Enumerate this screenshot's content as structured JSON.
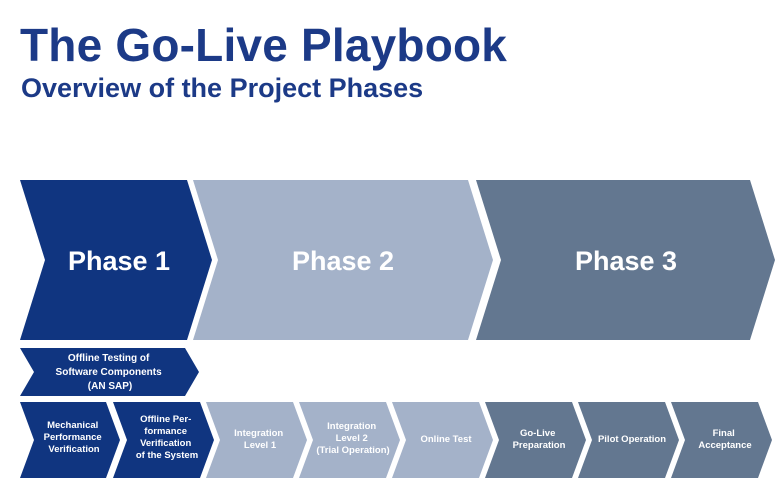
{
  "header": {
    "title": "The Go-Live Playbook",
    "subtitle": "Overview of the Project Phases"
  },
  "colors": {
    "title": "#1c3a87",
    "phase1": "#103580",
    "phase2": "#a4b2c9",
    "phase3": "#637790",
    "text_on_shape": "#ffffff"
  },
  "phases": [
    {
      "label": "Phase 1"
    },
    {
      "label": "Phase 2"
    },
    {
      "label": "Phase 3"
    }
  ],
  "subphase": {
    "lines": [
      "Offline Testing of",
      "Software Components",
      "(AN SAP)"
    ]
  },
  "steps": [
    {
      "lines": [
        "Mechanical",
        "Performance",
        "Verification"
      ]
    },
    {
      "lines": [
        "Offline Per-",
        "formance",
        "Verification",
        "of the System"
      ]
    },
    {
      "lines": [
        "Integration",
        "Level 1"
      ]
    },
    {
      "lines": [
        "Integration",
        "Level 2",
        "(Trial Operation)"
      ]
    },
    {
      "lines": [
        "Online Test"
      ]
    },
    {
      "lines": [
        "Go-Live",
        "Preparation"
      ]
    },
    {
      "lines": [
        "Pilot Operation"
      ]
    },
    {
      "lines": [
        "Final",
        "Acceptance"
      ]
    }
  ]
}
